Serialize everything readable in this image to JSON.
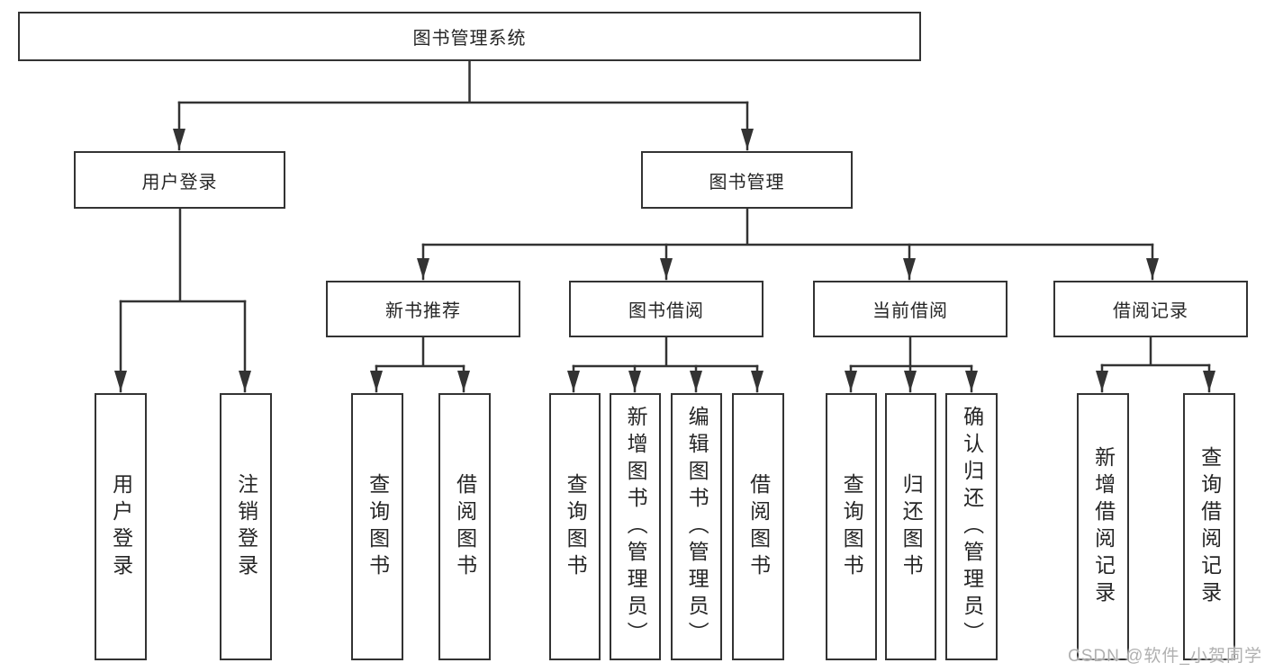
{
  "diagram": {
    "root": "图书管理系统",
    "level2": [
      "用户登录",
      "图书管理"
    ],
    "level3": [
      "新书推荐",
      "图书借阅",
      "当前借阅",
      "借阅记录"
    ],
    "leaves": {
      "login": [
        "用户登录",
        "注销登录"
      ],
      "recommend": [
        "查询图书",
        "借阅图书"
      ],
      "borrow": [
        "查询图书",
        "新增图书（管理员）",
        "编辑图书（管理员）",
        "借阅图书"
      ],
      "current": [
        "查询图书",
        "归还图书",
        "确认归还（管理员）"
      ],
      "records": [
        "新增借阅记录",
        "查询借阅记录"
      ]
    }
  },
  "watermark": "CSDN @软件_小贺同学",
  "colors": {
    "line": "#333333",
    "text": "#262626",
    "watermark": "#b0b0b0",
    "background": "#ffffff"
  }
}
